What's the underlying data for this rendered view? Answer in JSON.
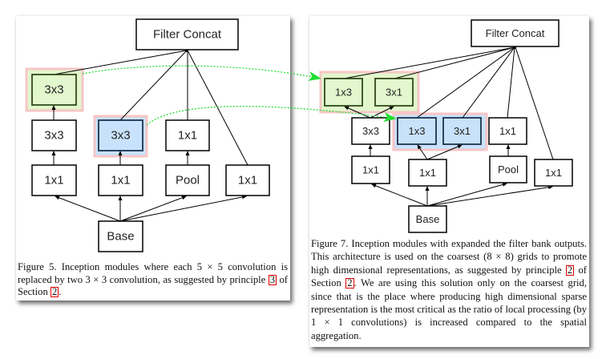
{
  "figure5": {
    "nodes": {
      "filter_concat": "Filter Concat",
      "top_3x3": "3x3",
      "mid_3x3_left": "3x3",
      "mid_3x3_blue": "3x3",
      "mid_1x1": "1x1",
      "bot_1x1_a": "1x1",
      "bot_1x1_b": "1x1",
      "bot_pool": "Pool",
      "bot_1x1_c": "1x1",
      "base": "Base"
    },
    "caption": {
      "prefix": "Figure 5. Inception modules where each 5 × 5 convolution is replaced by two 3 × 3 convolution, as suggested by principle ",
      "ref1": "3",
      "middle": " of Section ",
      "ref2": "2",
      "suffix": "."
    }
  },
  "figure7": {
    "nodes": {
      "filter_concat": "Filter Concat",
      "top_1x3": "1x3",
      "top_3x1": "3x1",
      "mid_3x3": "3x3",
      "mid_1x3_blue": "1x3",
      "mid_3x1_blue": "3x1",
      "mid_1x1": "1x1",
      "bot_1x1_a": "1x1",
      "bot_1x1_b": "1x1",
      "bot_pool": "Pool",
      "bot_1x1_c": "1x1",
      "base": "Base"
    },
    "caption": {
      "prefix": "Figure 7. Inception modules with expanded the filter bank outputs. This architecture is used on the coarsest (8 × 8) grids to promote high dimensional representations, as suggested by principle ",
      "ref1": "2",
      "middle": " of Section ",
      "ref2": "2",
      "suffix": ".  We are using this solution only on the coarsest grid, since that is the place where producing high dimensional sparse representation is the most critical as the ratio of local processing (by 1 × 1 convolutions) is increased compared to the spatial aggregation."
    }
  },
  "colors": {
    "green_fill": "#e2f7cd",
    "green_border": "#2f4a1a",
    "blue_fill": "#c9e2fb",
    "blue_border": "#1c3350",
    "highlight_pink": "#f7c6c6",
    "arrow_green": "#22dd33"
  }
}
